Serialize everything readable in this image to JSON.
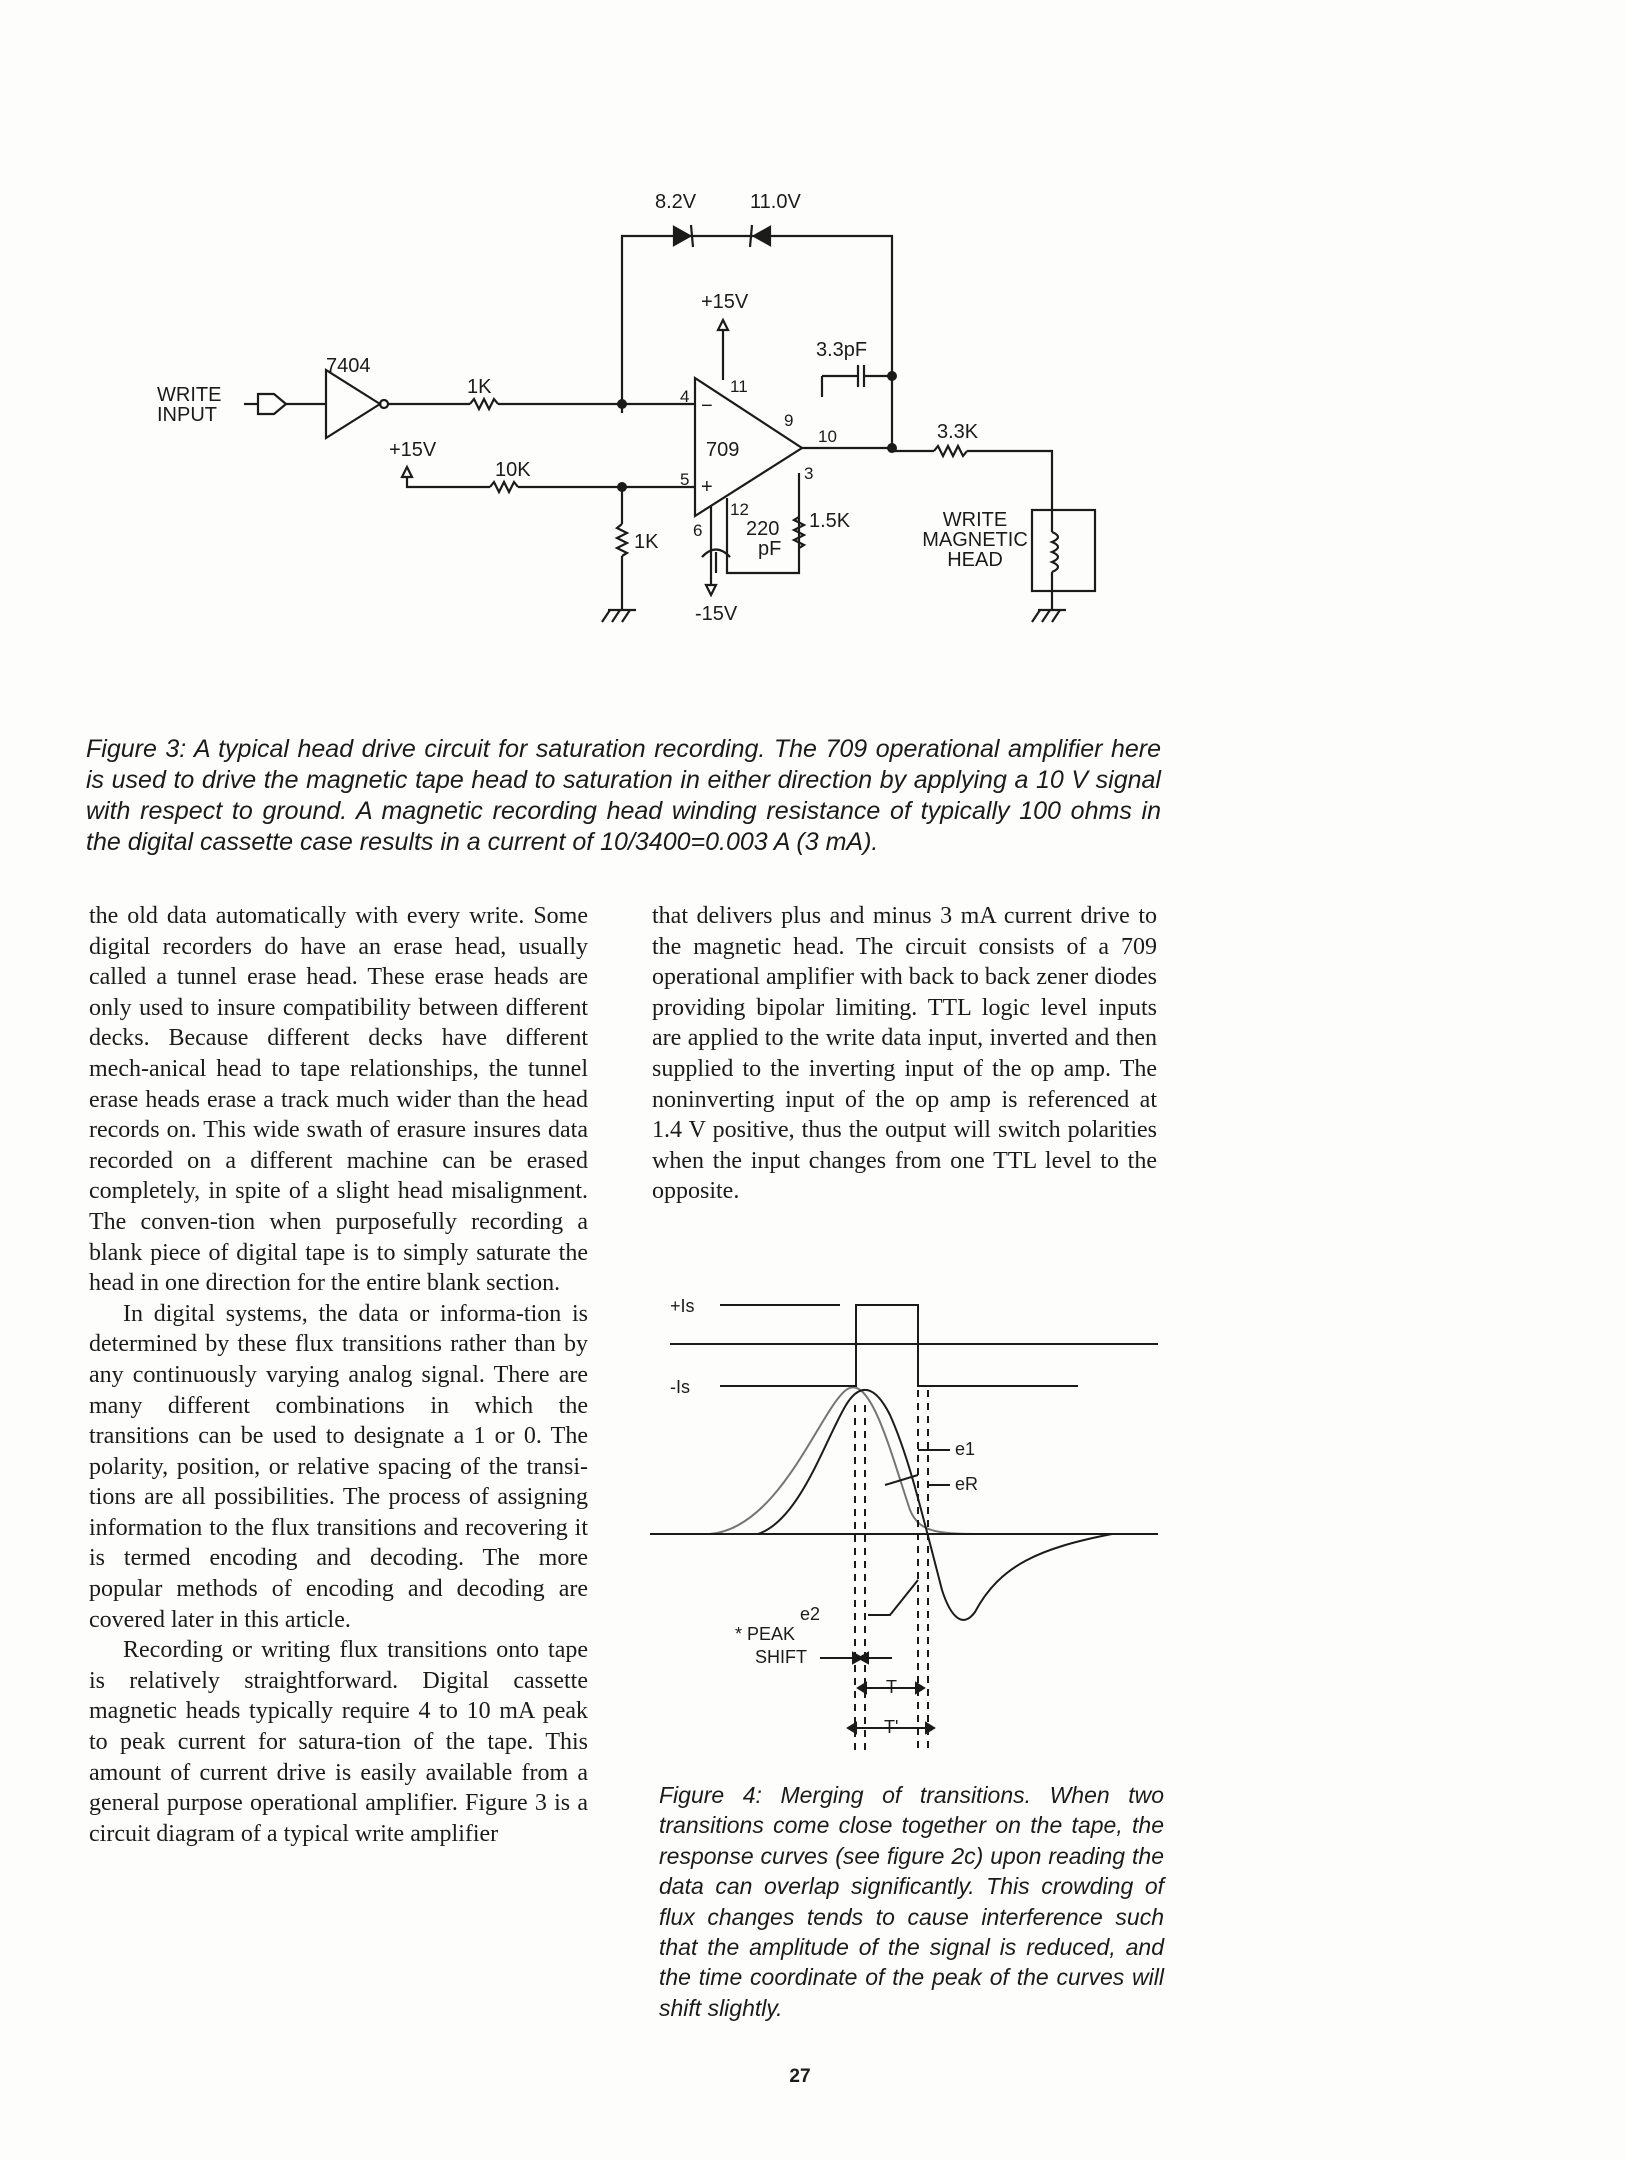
{
  "figure3": {
    "labels": {
      "zener1": "8.2V",
      "zener2": "11.0V",
      "plus15_top": "+15V",
      "cap_feedback": "3.3pF",
      "ic_inverter": "7404",
      "write_input_line1": "WRITE",
      "write_input_line2": "INPUT",
      "r_1k_in": "1K",
      "plus15_left": "+15V",
      "r_10k": "10K",
      "opamp": "709",
      "pin4": "4",
      "pin5": "5",
      "pin6": "6",
      "pin9": "9",
      "pin10": "10",
      "pin11": "11",
      "pin12": "12",
      "pin3": "3",
      "minus_sign": "−",
      "plus_sign": "+",
      "cap_comp_value": "220",
      "cap_comp_unit": "pF",
      "r_1_5k": "1.5K",
      "r_3_3k": "3.3K",
      "r_1k_ground": "1K",
      "minus15": "-15V",
      "head_line1": "WRITE",
      "head_line2": "MAGNETIC",
      "head_line3": "HEAD"
    },
    "caption": "Figure 3: A typical head drive circuit for saturation recording. The 709 operational amplifier here is used to drive the magnetic tape head to saturation in either direction by applying a 10 V signal with respect to ground. A magnetic recording head winding resistance of typically 100 ohms in the digital cassette case results in a current of 10/3400=0.003 A (3 mA)."
  },
  "left_column": [
    "the old data automatically with every write. Some digital recorders do have an erase head, usually called a tunnel erase head. These erase heads are only used to insure compatibility between different decks. Because different decks have different mech-anical head to tape relationships, the tunnel erase heads erase a track much wider than the head records on. This wide swath of erasure insures data recorded on a different machine can be erased completely, in spite of a slight head misalignment. The conven-tion when purposefully recording a blank piece of digital tape is to simply saturate the head in one direction for the entire blank section.",
    "In digital systems, the data or informa-tion is determined by these flux transitions rather than by any continuously varying analog signal. There are many different combinations in which the transitions can be used to designate a 1 or 0. The polarity, position, or relative spacing of the transi-tions are all possibilities. The process of assigning information to the flux transitions and recovering it is termed encoding and decoding. The more popular methods of encoding and decoding are covered later in this article.",
    "Recording or writing flux transitions onto tape is relatively straightforward. Digital cassette magnetic heads typically require 4 to 10 mA peak to peak current for satura-tion of the tape. This amount of current drive is easily available from a general purpose operational amplifier. Figure 3 is a circuit diagram of a typical write amplifier"
  ],
  "right_column": [
    "that delivers plus and minus 3 mA current drive to the magnetic head. The circuit consists of a 709 operational amplifier with back to back zener diodes providing bipolar limiting. TTL logic level inputs are applied to the write data input, inverted and then supplied to the inverting input of the op amp. The noninverting input of the op amp is referenced at 1.4 V positive, thus the output will switch polarities when the input changes from one TTL level to the opposite."
  ],
  "figure4": {
    "labels": {
      "plus_is": "+Is",
      "minus_is": "-Is",
      "e1": "e1",
      "eR": "eR",
      "e2": "e2",
      "peak_shift_line1": "* PEAK",
      "peak_shift_line2": "SHIFT",
      "T": "T",
      "T_prime": "T'"
    },
    "caption": "Figure 4: Merging of transitions. When two transitions come close together on the tape, the response curves (see figure 2c) upon reading the data can overlap significantly. This crowding of flux changes tends to cause interference such that the amplitude of the signal is reduced, and the time coordinate of the peak of the curves will shift slightly."
  },
  "page_number": "27"
}
